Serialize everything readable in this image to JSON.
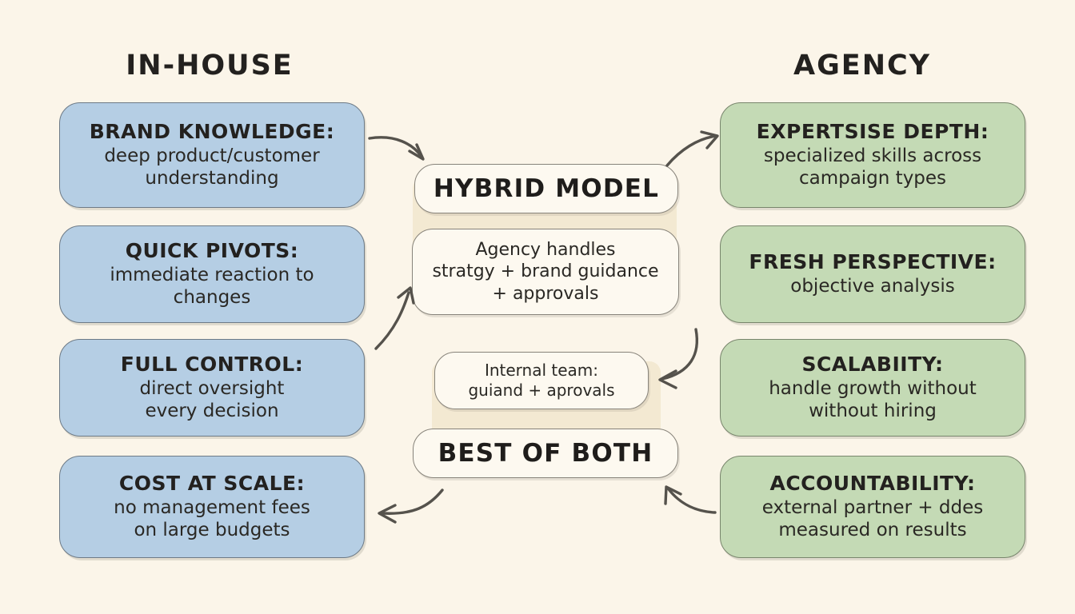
{
  "columns": {
    "left_title": "IN-HOUSE",
    "right_title": "AGENCY"
  },
  "in_house": [
    {
      "heading": "BRAND KNOWLEDGE:",
      "body": "deep product/customer\nunderstanding"
    },
    {
      "heading": "QUICK PIVOTS:",
      "body": "immediate reaction to\nchanges"
    },
    {
      "heading": "FULL CONTROL:",
      "body": "direct oversight\nevery decision"
    },
    {
      "heading": "COST AT SCALE:",
      "body": "no management fees\non large budgets"
    }
  ],
  "agency": [
    {
      "heading": "EXPERTSISE DEPTH:",
      "body": "specialized skills across\ncampaign types"
    },
    {
      "heading": "FRESH PERSPECTIVE:",
      "body": "objective analysis"
    },
    {
      "heading": "SCALABIITY:",
      "body": "handle growth without\nwithout hiring"
    },
    {
      "heading": "ACCOUNTABILITY:",
      "body": "external partner + ddes\nmeasured on results"
    }
  ],
  "center": {
    "hybrid_title": "HYBRID MODEL",
    "hybrid_detail": "Agency handles\nstratgy + brand guidance\n+ approvals",
    "internal_team": "Internal team:\nguiand + aprovals",
    "best_of_both": "BEST OF BOTH"
  },
  "colors": {
    "background": "#fbf5e9",
    "in_house_fill": "#b5cee4",
    "agency_fill": "#c4dab5",
    "center_card_fill": "#fdf9f0",
    "cream_panel": "#f3e9d2",
    "ink": "#23211f",
    "arrow": "#55524c"
  },
  "arrows": [
    {
      "name": "brand-knowledge-to-hybrid",
      "from": "BRAND KNOWLEDGE:",
      "to": "HYBRID MODEL"
    },
    {
      "name": "hybrid-to-expertise",
      "from": "HYBRID MODEL",
      "to": "EXPERTSISE DEPTH:"
    },
    {
      "name": "quick-pivots-to-hybrid",
      "from": "QUICK PIVOTS:",
      "to": "HYBRID MODEL"
    },
    {
      "name": "scalability-to-internal-team",
      "from": "SCALABIITY:",
      "to": "Internal team:"
    },
    {
      "name": "best-of-both-to-cost-at-scale",
      "from": "BEST OF BOTH",
      "to": "COST AT SCALE:"
    },
    {
      "name": "accountability-to-best-of-both",
      "from": "ACCOUNTABILITY:",
      "to": "BEST OF BOTH"
    }
  ]
}
